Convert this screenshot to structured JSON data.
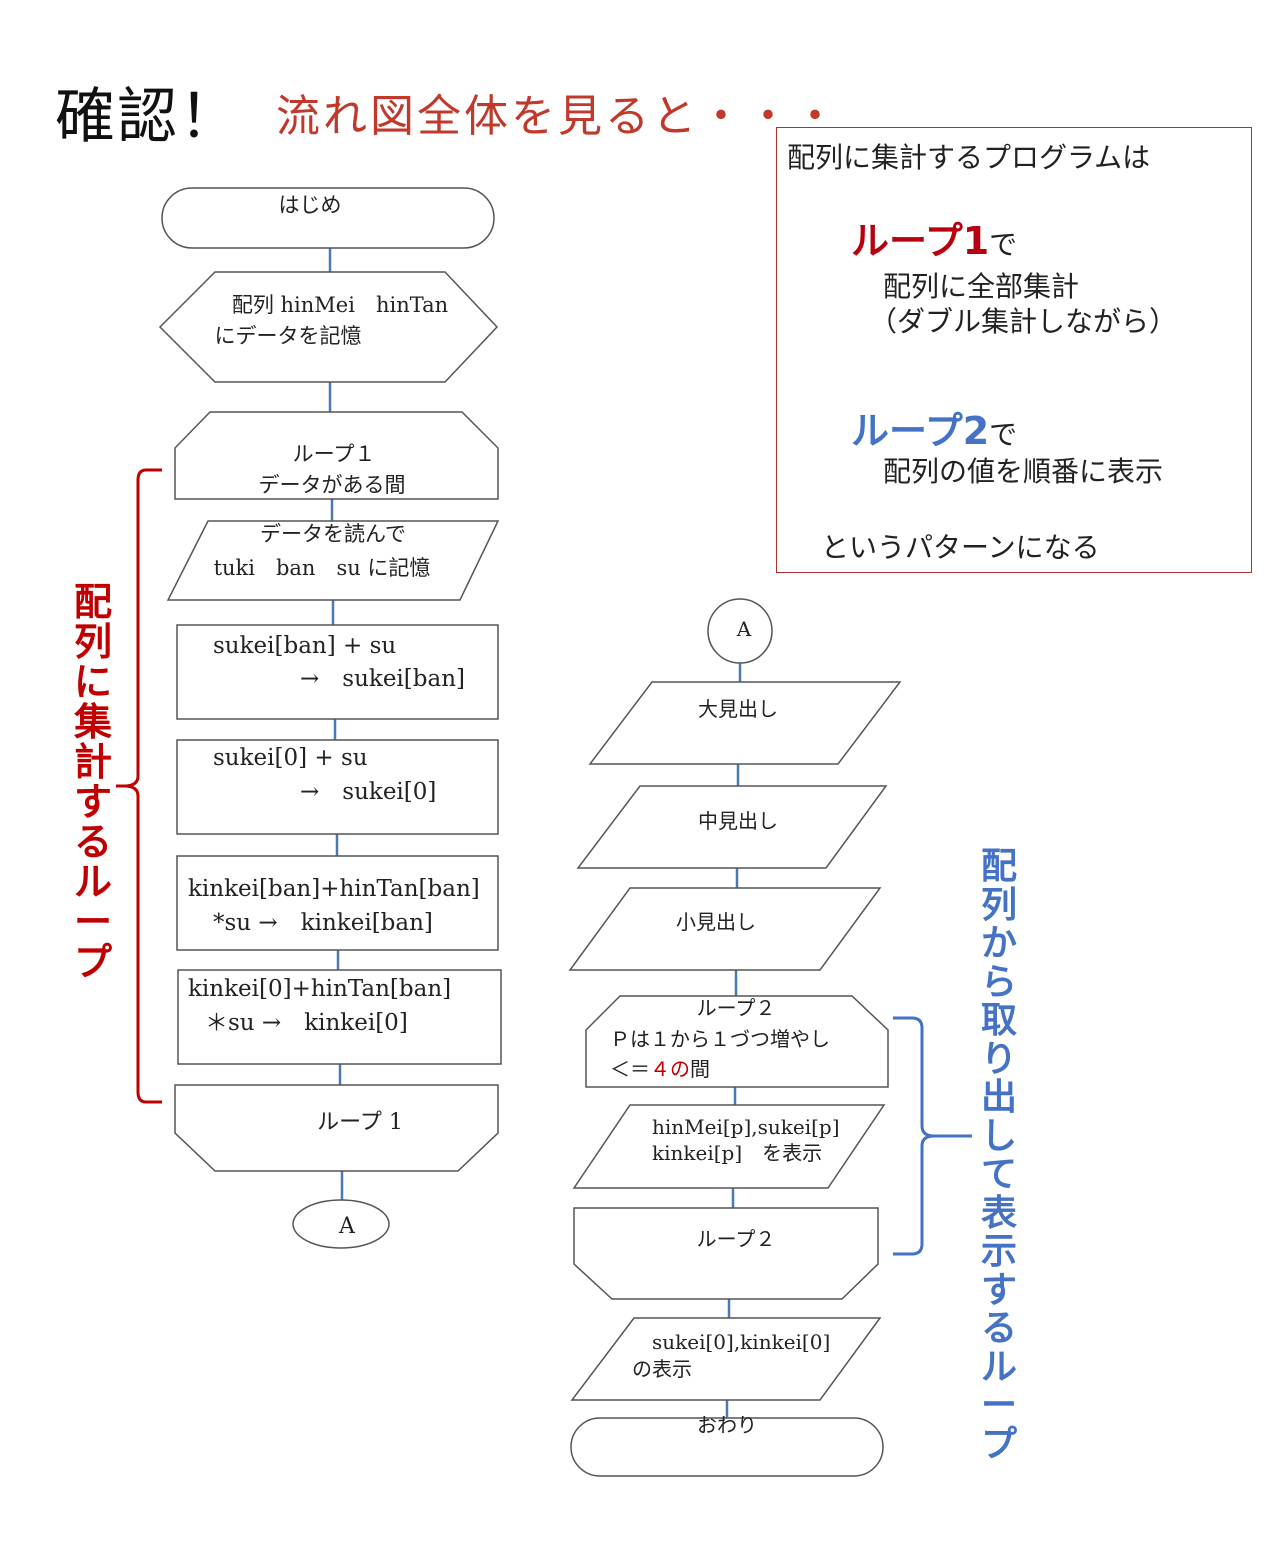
{
  "header": {
    "title": "確認！",
    "subtitle": "流れ図全体を見ると・・・"
  },
  "summary": {
    "lead": "配列に集計するプログラムは",
    "loop1_label": "ループ1",
    "loop1_suffix": "で",
    "loop1_line1": "配列に全部集計",
    "loop1_line2": "（ダブル集計しながら）",
    "loop2_label": "ループ2",
    "loop2_suffix": "で",
    "loop2_line1": "配列の値を順番に表示",
    "closing": "というパターンになる"
  },
  "flow_left": {
    "start": "はじめ",
    "prep_line1": "配列 hinMei　hinTan",
    "prep_line2": "にデータを記憶",
    "loop1_start_line1": "ループ１",
    "loop1_start_line2": "データがある間",
    "read_line1": "データを読んで",
    "read_line2": "tuki　ban　su  に記憶",
    "proc1_line1": "sukei[ban] + su",
    "proc1_line2": "→　sukei[ban]",
    "proc2_line1": "sukei[0] + su",
    "proc2_line2": "→　sukei[0]",
    "proc3_line1": "kinkei[ban]+hinTan[ban]",
    "proc3_line2": "*su →　kinkei[ban]",
    "proc4_line1": "kinkei[0]+hinTan[ban]",
    "proc4_line2": "＊su →　kinkei[0]",
    "loop1_end": "ループ 1",
    "connector": "A"
  },
  "flow_right": {
    "connector": "A",
    "out_large": "大見出し",
    "out_medium": "中見出し",
    "out_small": "小見出し",
    "loop2_start_line1": "ループ２",
    "loop2_start_line2": "Ｐは１から１づつ増やし",
    "loop2_start_line3_a": "＜＝",
    "loop2_start_line3_b": "４の",
    "loop2_start_line3_c": "間",
    "out_data_line1": "hinMei[p],sukei[p]",
    "out_data_line2": "kinkei[p]　を表示",
    "loop2_end": "ループ２",
    "out_total_line1": "sukei[0],kinkei[0]",
    "out_total_line2": "の表示",
    "end": "おわり"
  },
  "annotations": {
    "red_brace_label": [
      "配",
      "列",
      "に",
      "集",
      "計",
      "す",
      "る",
      "ル",
      "ー",
      "プ"
    ],
    "blue_brace_label": [
      "配",
      "列",
      "か",
      "ら",
      "取",
      "り",
      "出",
      "し",
      "て",
      "表",
      "示",
      "す",
      "る",
      "ル",
      "ー",
      "プ"
    ]
  },
  "colors": {
    "red_accent": "#c00000",
    "blue_accent": "#4472c4",
    "connector_line": "#4a7ab5",
    "shape_stroke": "#555555"
  }
}
